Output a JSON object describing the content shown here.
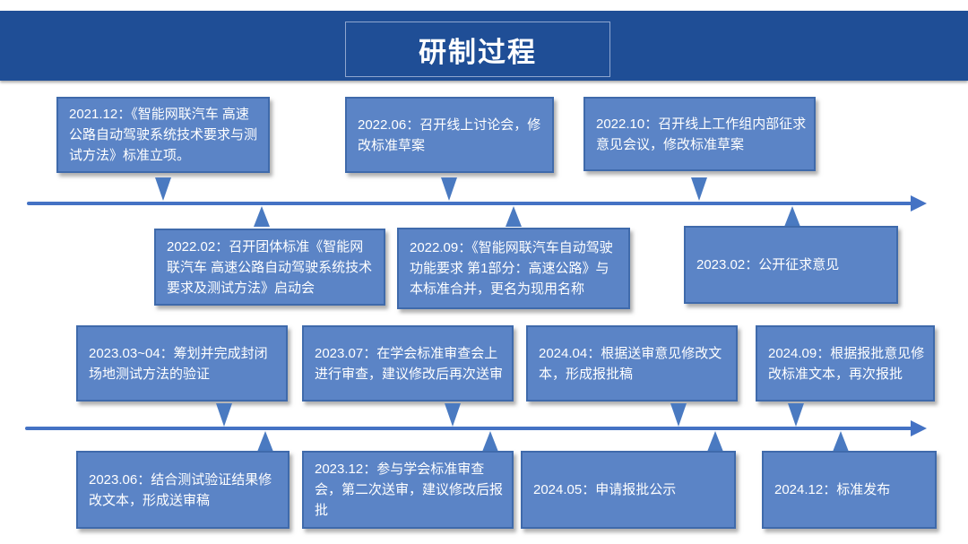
{
  "slide": {
    "title": "研制过程"
  },
  "colors": {
    "header_bar": "#1f4e96",
    "title_border": "#8fa6cf",
    "box_fill": "#5b84c6",
    "box_border": "#3f6aab",
    "marker": "#4a7ac1",
    "axis": "#4472c4",
    "text": "#ffffff",
    "background": "#ffffff"
  },
  "timelines": [
    {
      "name": "timeline-1",
      "above": [
        {
          "date": "2021.12：",
          "text": "《智能网联汽车 高速公路自动驾驶系统技术要求与测试方法》标准立项。"
        },
        {
          "date": "2022.06：",
          "text": "召开线上讨论会，修改标准草案"
        },
        {
          "date": "2022.10：",
          "text": "召开线上工作组内部征求意见会议，修改标准草案"
        }
      ],
      "below": [
        {
          "date": "2022.02：",
          "text": "召开团体标准《智能网联汽车 高速公路自动驾驶系统技术要求及测试方法》启动会"
        },
        {
          "date": "2022.09：",
          "text": "《智能网联汽车自动驾驶功能要求 第1部分：高速公路》与本标准合并，更名为现用名称"
        },
        {
          "date": "2023.02：",
          "text": "公开征求意见"
        }
      ]
    },
    {
      "name": "timeline-2",
      "above": [
        {
          "date": "2023.03~04：",
          "text": "筹划并完成封闭场地测试方法的验证"
        },
        {
          "date": "2023.07：",
          "text": "在学会标准审查会上进行审查，建议修改后再次送审"
        },
        {
          "date": "2024.04：",
          "text": "根据送审意见修改文本，形成报批稿"
        },
        {
          "date": "2024.09：",
          "text": "根据报批意见修改标准文本，再次报批"
        }
      ],
      "below": [
        {
          "date": "2023.06：",
          "text": "结合测试验证结果修改文本，形成送审稿"
        },
        {
          "date": "2023.12：",
          "text": "参与学会标准审查会，第二次送审，建议修改后报批"
        },
        {
          "date": "2024.05：",
          "text": "申请报批公示"
        },
        {
          "date": "2024.12：",
          "text": "标准发布"
        }
      ]
    }
  ]
}
